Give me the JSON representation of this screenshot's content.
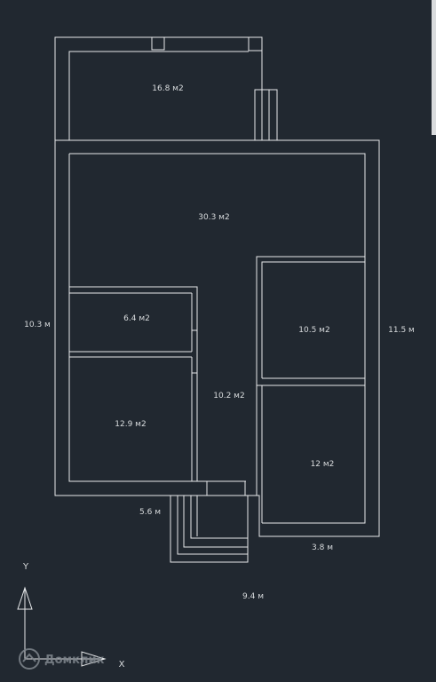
{
  "rooms": [
    {
      "id": "terrace",
      "area": "16.8 м2"
    },
    {
      "id": "living",
      "area": "30.3 м2"
    },
    {
      "id": "room-small",
      "area": "6.4 м2"
    },
    {
      "id": "bedroom-left",
      "area": "12.9 м2"
    },
    {
      "id": "hall",
      "area": "10.2 м2"
    },
    {
      "id": "bedroom-right-top",
      "area": "10.5 м2"
    },
    {
      "id": "bedroom-right-bottom",
      "area": "12 м2"
    }
  ],
  "dimensions": {
    "left": "10.3 м",
    "right": "11.5 м",
    "porch_width": "5.6 м",
    "bottom_right": "3.8 м",
    "total_width": "9.4 м"
  },
  "axes": {
    "y_label": "Y",
    "x_label": "X"
  },
  "watermark": {
    "text": "Домклик"
  },
  "colors": {
    "background": "#212830",
    "lines": "#e6e8ea",
    "text": "#d8dbdd"
  }
}
